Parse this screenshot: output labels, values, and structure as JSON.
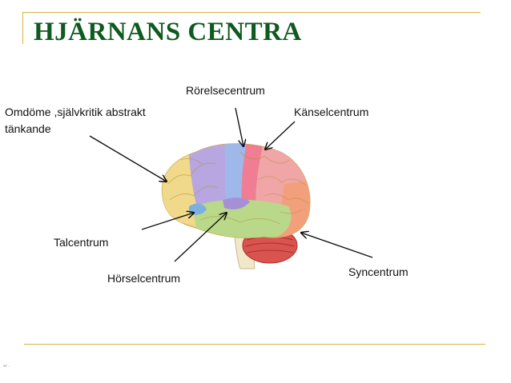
{
  "slide": {
    "title": "HJÄRNANS CENTRA",
    "footer": "ST ..."
  },
  "labels": {
    "rorelse": "Rörelsecentrum",
    "omdome_line1": "Omdöme ,självkritik abstrakt",
    "omdome_line2": "tänkande",
    "kansel": "Känselcentrum",
    "tal": "Talcentrum",
    "horsel": "Hörselcentrum",
    "syn": "Syncentrum"
  },
  "colors": {
    "title": "#0e5a1f",
    "rule": "#d7b046",
    "frontal": "#f0d98a",
    "parietal": "#f0a6a6",
    "temporal": "#b9d889",
    "occipital": "#f2a07c",
    "cerebellum": "#d9534f",
    "motor": "#9fb8ea",
    "sensory": "#ef7d94"
  }
}
